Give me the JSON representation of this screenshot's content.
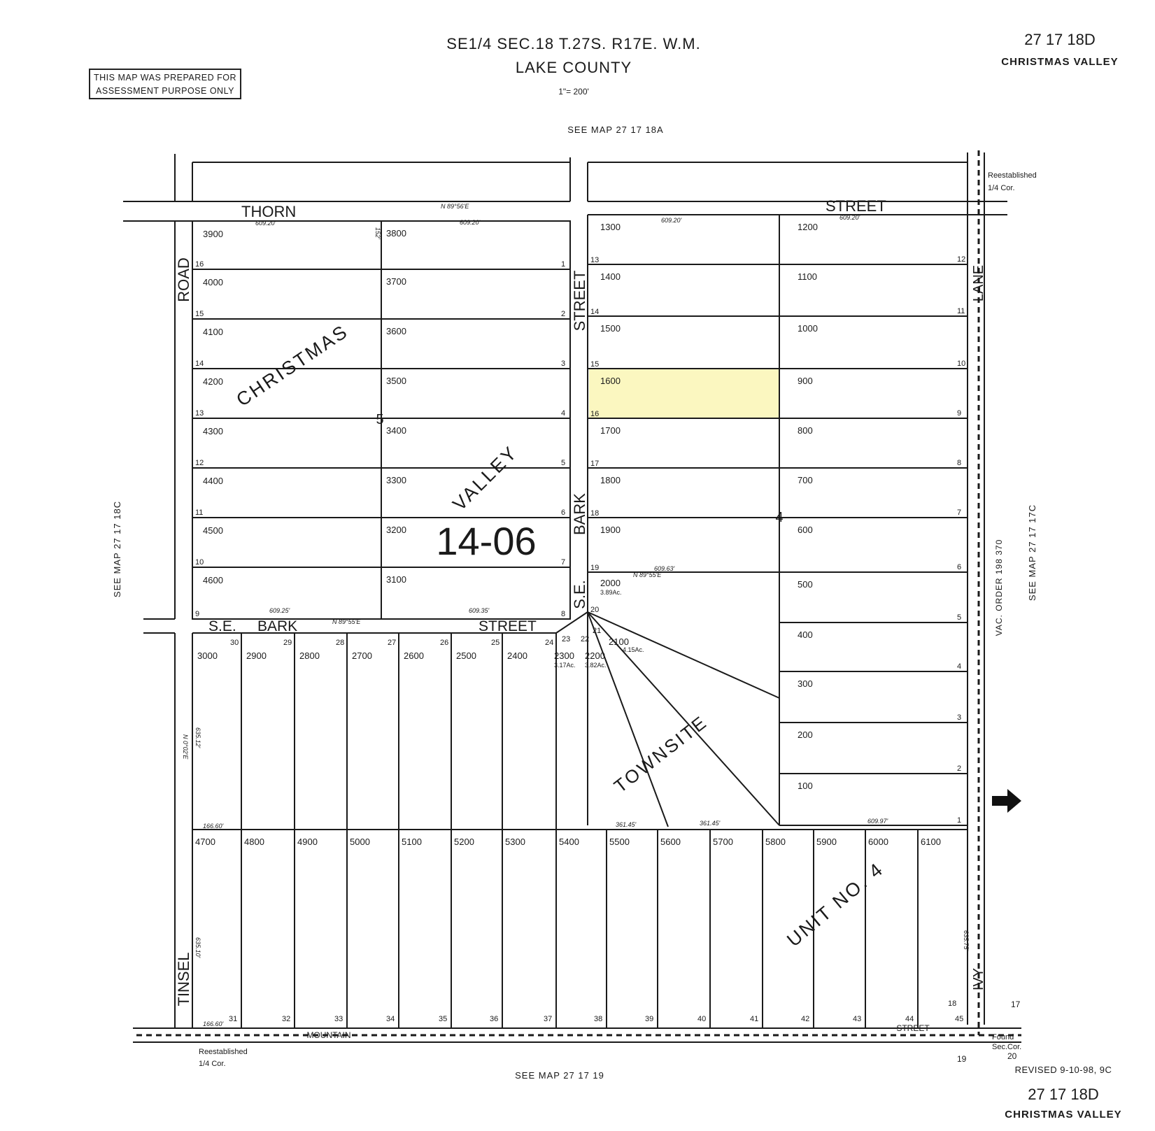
{
  "header": {
    "title": "SE1/4 SEC.18 T.27S. R17E. W.M.",
    "county": "LAKE COUNTY",
    "scale": "1\"= 200'",
    "map_number": "27  17  18D",
    "area_name": "CHRISTMAS VALLEY",
    "notice": [
      "THIS MAP WAS PREPARED FOR",
      "ASSESSMENT PURPOSE ONLY"
    ]
  },
  "see_maps": {
    "north": "SEE MAP 27   17   18A",
    "south": "SEE MAP 27   17   19",
    "west": "SEE MAP 27   17   18C",
    "east": "SEE MAP 27   17   17C"
  },
  "streets": {
    "thorn_left": "THORN",
    "thorn_right": "STREET",
    "bark_left_1": "S.E.",
    "bark_left_2": "BARK",
    "bark_right": "STREET",
    "road": "ROAD",
    "bark_vertical_street": "STREET",
    "bark_vertical_bark": "BARK",
    "bark_vertical_se": "S.E.",
    "lane": "LANE",
    "tinsel": "TINSEL",
    "ivy": "IVY",
    "mountain": "MOUNTAIN",
    "street_bottom": "STREET"
  },
  "subdivision": {
    "christmas": "CHRISTMAS",
    "valley": "VALLEY",
    "townsite": "TOWNSITE",
    "unit": "UNIT NO. 4",
    "code": "14-06",
    "block_5": "5",
    "block_4": "4"
  },
  "corners": {
    "ne_reestablished": "Reestablished",
    "ne_quarter": "1/4 Cor.",
    "sw_reestablished": "Reestablished",
    "sw_quarter": "1/4 Cor.",
    "se_found": "Found",
    "se_sec": "Sec.Cor.",
    "sec_17": "17",
    "sec_19": "19",
    "sec_20": "20"
  },
  "vac_order": "VAC. ORDER 198  370",
  "revised": "REVISED 9-10-98, 9C",
  "footer": {
    "map_number": "27   17   18D",
    "area_name": "CHRISTMAS VALLEY"
  },
  "parcels": {
    "block5_left": [
      {
        "tax_lot": "3900",
        "lot": "16"
      },
      {
        "tax_lot": "4000",
        "lot": "15"
      },
      {
        "tax_lot": "4100",
        "lot": "14"
      },
      {
        "tax_lot": "4200",
        "lot": "13"
      },
      {
        "tax_lot": "4300",
        "lot": "12"
      },
      {
        "tax_lot": "4400",
        "lot": "11"
      },
      {
        "tax_lot": "4500",
        "lot": "10"
      },
      {
        "tax_lot": "4600",
        "lot": "9"
      }
    ],
    "block5_right": [
      {
        "tax_lot": "3800",
        "lot": "1"
      },
      {
        "tax_lot": "3700",
        "lot": "2"
      },
      {
        "tax_lot": "3600",
        "lot": "3"
      },
      {
        "tax_lot": "3500",
        "lot": "4"
      },
      {
        "tax_lot": "3400",
        "lot": "5"
      },
      {
        "tax_lot": "3300",
        "lot": "6"
      },
      {
        "tax_lot": "3200",
        "lot": "7"
      },
      {
        "tax_lot": "3100",
        "lot": "8"
      }
    ],
    "block4_left": [
      {
        "tax_lot": "1300",
        "lot": "13"
      },
      {
        "tax_lot": "1400",
        "lot": "14"
      },
      {
        "tax_lot": "1500",
        "lot": "15"
      },
      {
        "tax_lot": "1600",
        "lot": "16"
      },
      {
        "tax_lot": "1700",
        "lot": "17"
      },
      {
        "tax_lot": "1800",
        "lot": "18"
      },
      {
        "tax_lot": "1900",
        "lot": "19"
      }
    ],
    "block4_right": [
      {
        "tax_lot": "1200",
        "lot": "12"
      },
      {
        "tax_lot": "1100",
        "lot": "11"
      },
      {
        "tax_lot": "1000",
        "lot": "10"
      },
      {
        "tax_lot": "900",
        "lot": "9"
      },
      {
        "tax_lot": "800",
        "lot": "8"
      },
      {
        "tax_lot": "700",
        "lot": "7"
      },
      {
        "tax_lot": "600",
        "lot": "6"
      },
      {
        "tax_lot": "500",
        "lot": "5"
      },
      {
        "tax_lot": "400",
        "lot": "4"
      },
      {
        "tax_lot": "300",
        "lot": "3"
      },
      {
        "tax_lot": "200",
        "lot": "2"
      },
      {
        "tax_lot": "100",
        "lot": "1"
      }
    ],
    "special": [
      {
        "tax_lot": "2000",
        "acres": "3.89Ac.",
        "lot": "20"
      },
      {
        "tax_lot": "2100",
        "acres": "4.15Ac.",
        "lot": "21"
      },
      {
        "tax_lot": "2200",
        "acres": "3.82Ac.",
        "lot": "22"
      },
      {
        "tax_lot": "2300",
        "acres": "3.17Ac.",
        "lot": "23"
      }
    ],
    "south_upper": [
      {
        "tax_lot": "3000",
        "lot": "30"
      },
      {
        "tax_lot": "2900",
        "lot": "29"
      },
      {
        "tax_lot": "2800",
        "lot": "28"
      },
      {
        "tax_lot": "2700",
        "lot": "27"
      },
      {
        "tax_lot": "2600",
        "lot": "26"
      },
      {
        "tax_lot": "2500",
        "lot": "25"
      },
      {
        "tax_lot": "2400",
        "lot": "24"
      }
    ],
    "south_lower": [
      {
        "tax_lot": "4700",
        "lot": "31"
      },
      {
        "tax_lot": "4800",
        "lot": "32"
      },
      {
        "tax_lot": "4900",
        "lot": "33"
      },
      {
        "tax_lot": "5000",
        "lot": "34"
      },
      {
        "tax_lot": "5100",
        "lot": "35"
      },
      {
        "tax_lot": "5200",
        "lot": "36"
      },
      {
        "tax_lot": "5300",
        "lot": "37"
      },
      {
        "tax_lot": "5400",
        "lot": "38"
      },
      {
        "tax_lot": "5500",
        "lot": "39"
      },
      {
        "tax_lot": "5600",
        "lot": "40"
      },
      {
        "tax_lot": "5700",
        "lot": "41"
      },
      {
        "tax_lot": "5800",
        "lot": "42"
      },
      {
        "tax_lot": "5900",
        "lot": "43"
      },
      {
        "tax_lot": "6000",
        "lot": "44"
      },
      {
        "tax_lot": "6100",
        "lot": "45"
      }
    ],
    "lot_18": "18"
  },
  "dimensions": {
    "thorn_bearing": "N 89°56'E",
    "bark_bearing": "N 89°55'E",
    "bark_bearing_east": "N 89°55'E",
    "tinsel_bearing": "N 0°02'E",
    "w_609_20": "609.20'",
    "w_609_25": "609.25'",
    "w_609_35": "609.35'",
    "w_609_63": "609.63'",
    "w_609_97": "609.97'",
    "w_166_60": "166.60'",
    "w_361_45": "361.45'",
    "d_152": "152'",
    "tinsel_len": "635.12'",
    "tinsel_lower": "635.10'",
    "ivy_lower": "635.75'"
  },
  "highlight": {
    "tax_lot": "1600",
    "color": "#fbf7c0"
  }
}
